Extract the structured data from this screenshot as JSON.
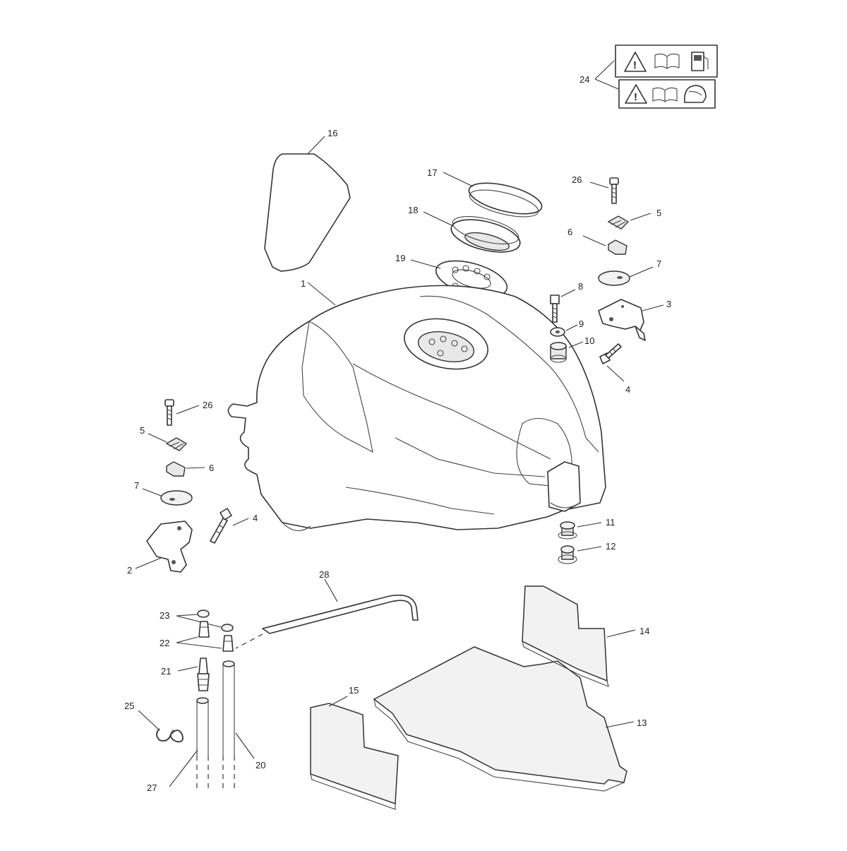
{
  "callouts": {
    "c1": "1",
    "c2": "2",
    "c3": "3",
    "c4a": "4",
    "c4b": "4",
    "c5a": "5",
    "c5b": "5",
    "c6a": "6",
    "c6b": "6",
    "c7a": "7",
    "c7b": "7",
    "c8": "8",
    "c9": "9",
    "c10": "10",
    "c11": "11",
    "c12": "12",
    "c13": "13",
    "c14": "14",
    "c15": "15",
    "c16": "16",
    "c17": "17",
    "c18": "18",
    "c19": "19",
    "c20": "20",
    "c21": "21",
    "c22": "22",
    "c23": "23",
    "c24": "24",
    "c25": "25",
    "c26a": "26",
    "c26b": "26",
    "c27": "27",
    "c28": "28"
  },
  "labels": {
    "warning_symbol": "!",
    "icons_row1": [
      "warning-triangle-icon",
      "manual-book-icon",
      "fuel-pump-icon"
    ],
    "icons_row2": [
      "warning-triangle-icon",
      "manual-book-icon",
      "helmet-icon"
    ]
  },
  "colors": {
    "line": "#333333",
    "background": "#ffffff"
  }
}
